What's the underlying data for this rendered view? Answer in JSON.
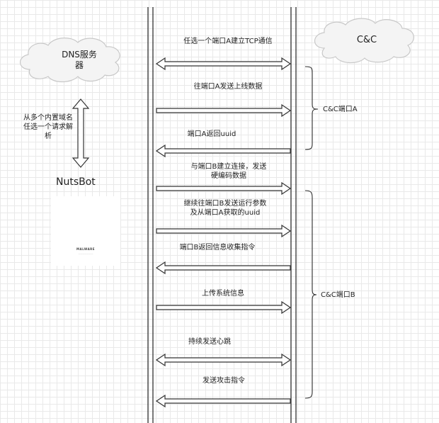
{
  "nodes": {
    "dns": {
      "label_line1": "DNS服务",
      "label_line2": "器"
    },
    "cnc": {
      "label": "C&C"
    },
    "bot": {
      "label": "NutsBot"
    }
  },
  "dns_query": {
    "line1": "从多个内置域名",
    "line2": "任选一个请求解",
    "line3": "析"
  },
  "malware_icon": {
    "caption": "MALWARE"
  },
  "messages": [
    {
      "line1": "任选一个端口A建立TCP通信",
      "line2": "",
      "direction": "both"
    },
    {
      "line1": "往端口A发送上线数据",
      "line2": "",
      "direction": "to-cnc"
    },
    {
      "line1": "端口A返回uuid",
      "line2": "",
      "direction": "to-bot"
    },
    {
      "line1": "与端口B建立连接，发送",
      "line2": "硬编码数据",
      "direction": "to-cnc"
    },
    {
      "line1": "继续往端口B发送运行参数",
      "line2": "及从端口A获取的uuid",
      "direction": "to-cnc"
    },
    {
      "line1": "端口B返回信息收集指令",
      "line2": "",
      "direction": "to-bot"
    },
    {
      "line1": "上传系统信息",
      "line2": "",
      "direction": "to-cnc"
    },
    {
      "line1": "持续发送心跳",
      "line2": "",
      "direction": "both"
    },
    {
      "line1": "发送攻击指令",
      "line2": "",
      "direction": "to-bot"
    }
  ],
  "brackets": {
    "port_a": "C&C端口A",
    "port_b": "C&C端口B"
  },
  "colors": {
    "line": "#333333",
    "cloud_fill": "#f4f4f4",
    "cloud_stroke": "#c8c8c8",
    "laptop": "#2e4257",
    "grid": "#e9e9e9"
  }
}
